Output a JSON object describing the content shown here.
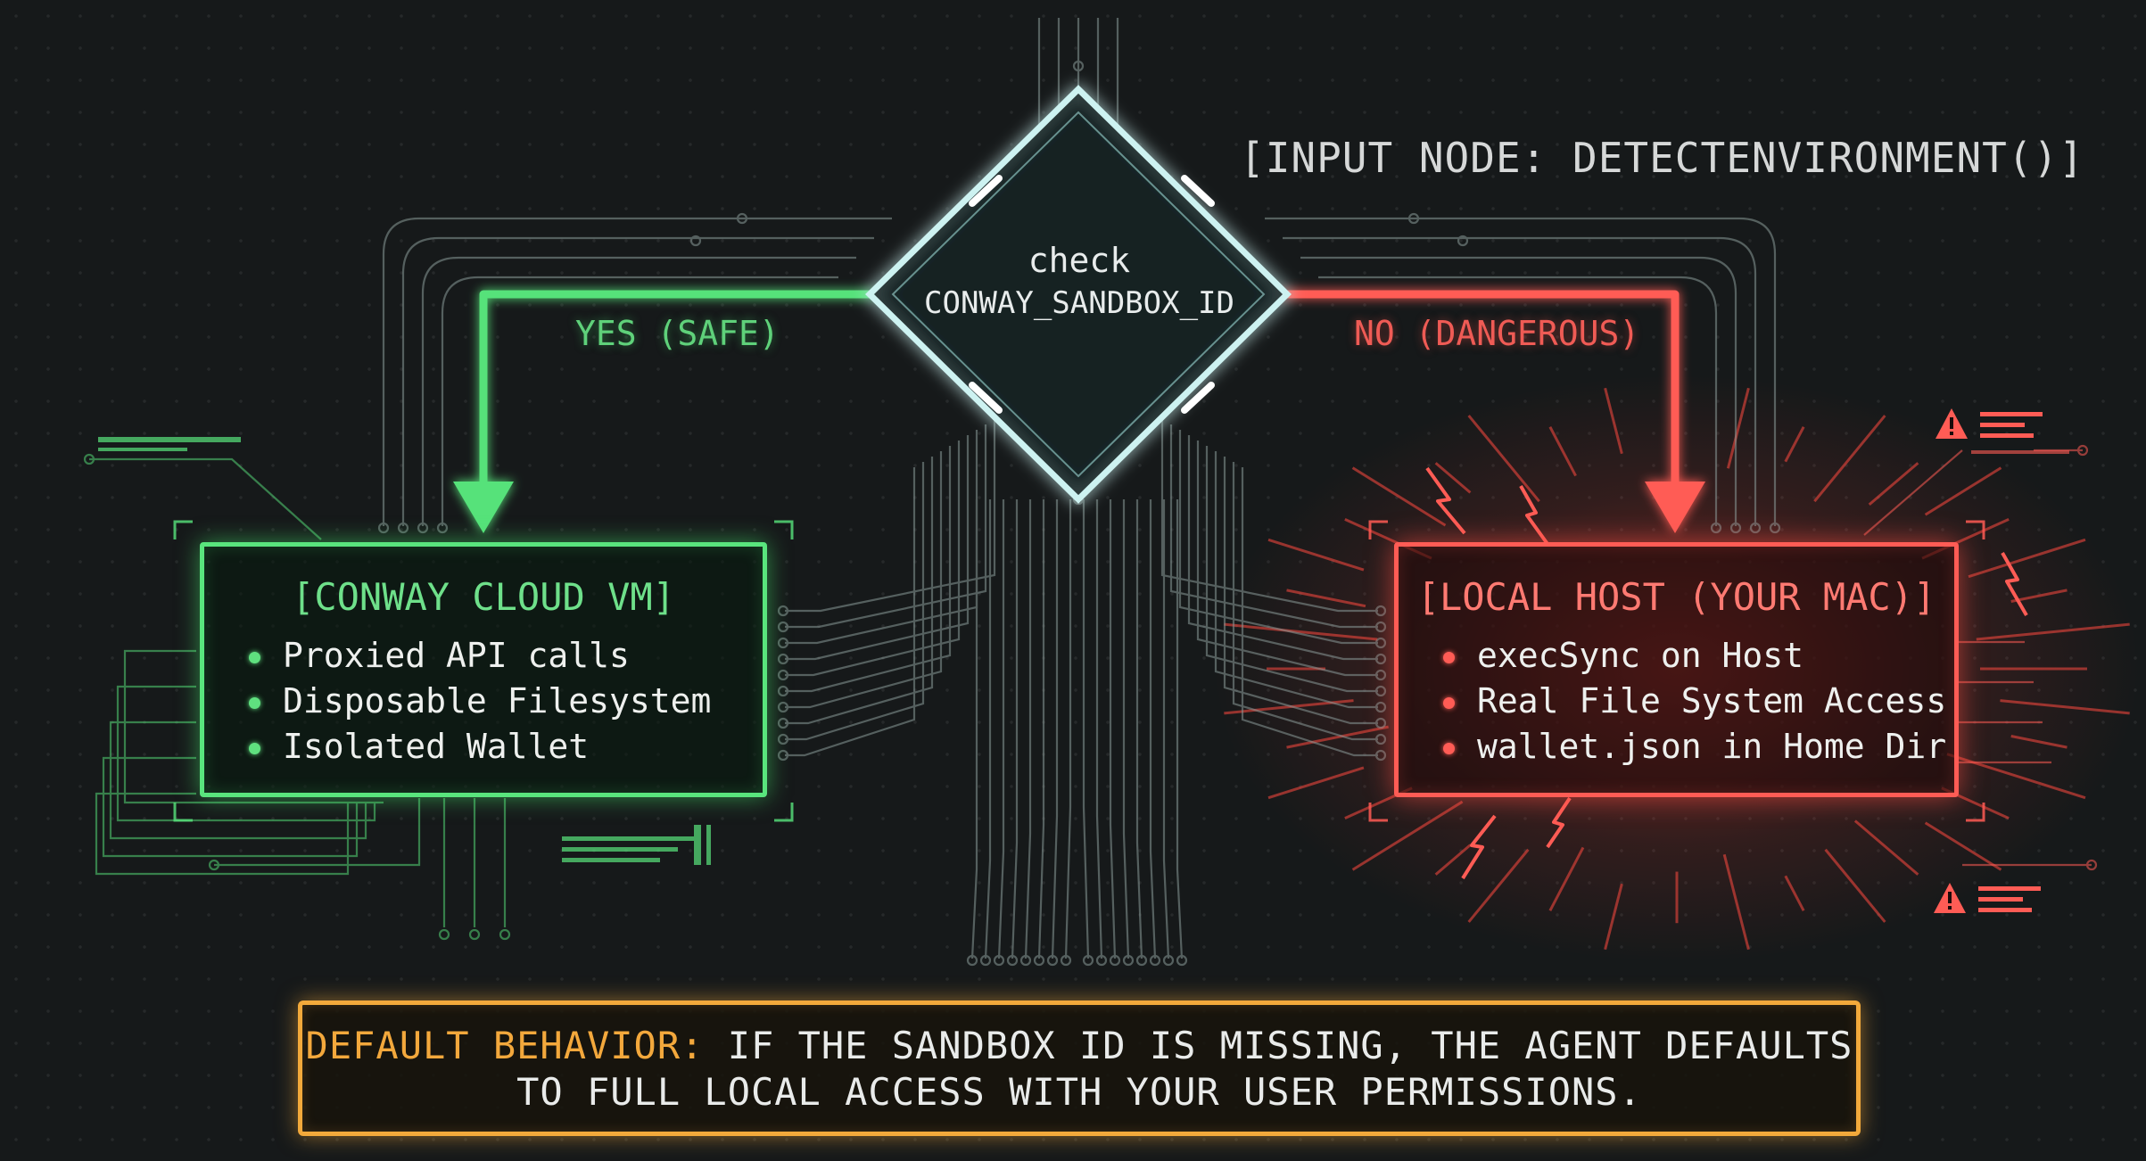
{
  "input_node_label": "[INPUT NODE: DETECTENVIRONMENT()]",
  "decision": {
    "line1": "check",
    "line2": "CONWAY_SANDBOX_ID"
  },
  "branches": {
    "yes_label": "YES (SAFE)",
    "no_label": "NO (DANGEROUS)"
  },
  "cloud_box": {
    "title": "[CONWAY CLOUD VM]",
    "items": [
      "Proxied API calls",
      "Disposable Filesystem",
      "Isolated Wallet"
    ]
  },
  "local_box": {
    "title": "[LOCAL HOST (YOUR MAC)]",
    "items": [
      "execSync on Host",
      "Real File System Access",
      "wallet.json in Home Dir"
    ]
  },
  "footer": {
    "label": "DEFAULT BEHAVIOR:",
    "line1_rest": " IF THE SANDBOX ID IS MISSING, THE AGENT DEFAULTS",
    "line2": "TO FULL LOCAL ACCESS WITH YOUR USER PERMISSIONS."
  },
  "colors": {
    "safe": "#59e57d",
    "danger": "#ff5c55",
    "warning": "#f2a93b",
    "decision": "#d8f4f4",
    "circuit": "#8a9a98"
  }
}
